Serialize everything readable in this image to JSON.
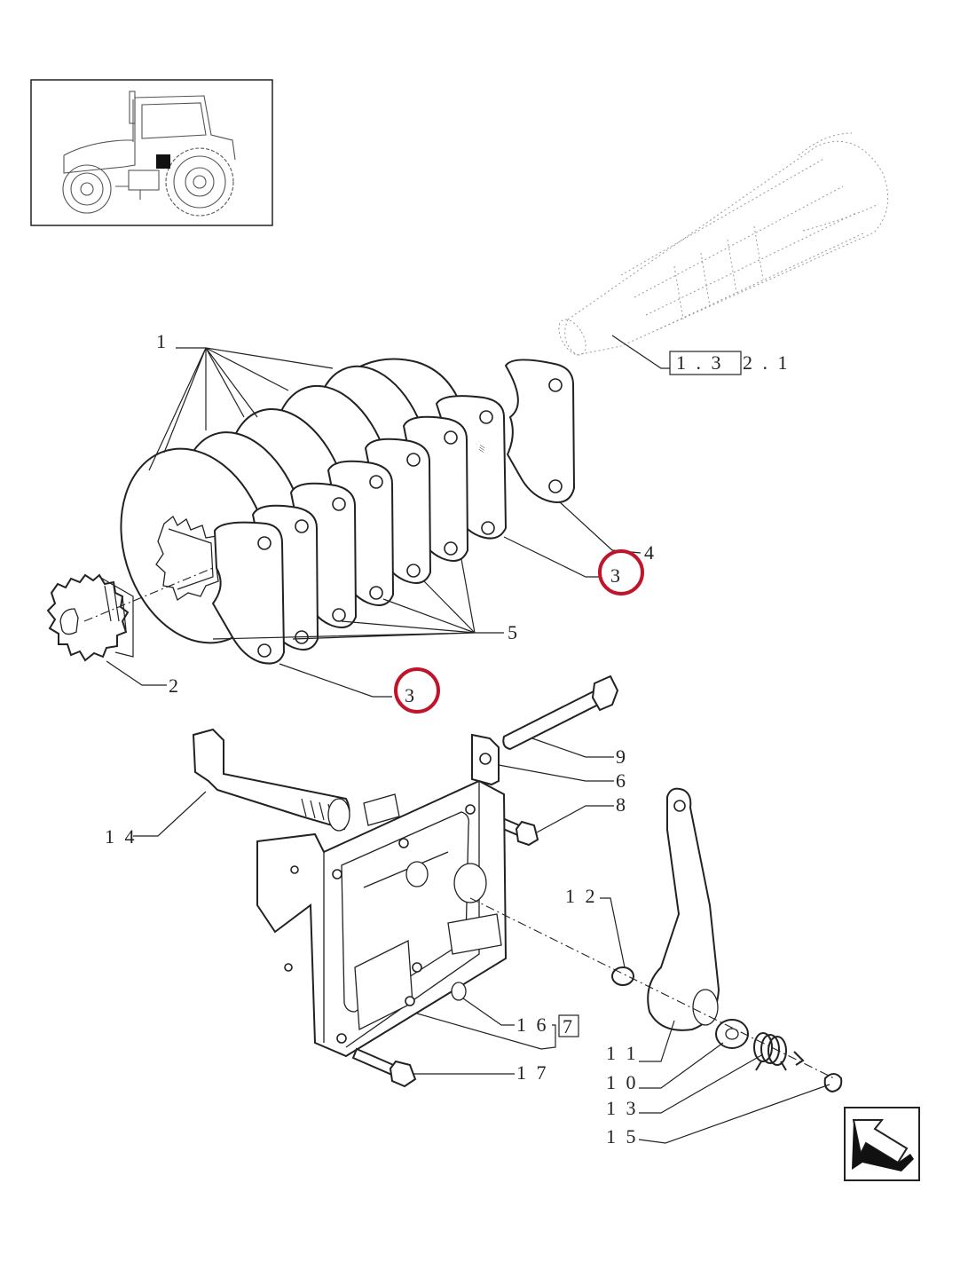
{
  "callouts": {
    "c1": "1",
    "c2": "2",
    "c3a": "3",
    "c3b": "3",
    "c4": "4",
    "c5": "5",
    "c6": "6",
    "c7": "7",
    "c8": "8",
    "c9": "9",
    "c10": "1 0",
    "c11": "1 1",
    "c12": "1 2",
    "c13": "1 3",
    "c14": "1 4",
    "c15": "1 5",
    "c16": "1 6",
    "c17": "1 7"
  },
  "reference": {
    "boxed": "1 . 3",
    "rest": "2 . 1"
  },
  "colors": {
    "highlight": "#c0142a",
    "line": "#222222"
  },
  "icons": {
    "nav": "arrow-down-left-icon",
    "locator": "tractor-locator-icon"
  }
}
